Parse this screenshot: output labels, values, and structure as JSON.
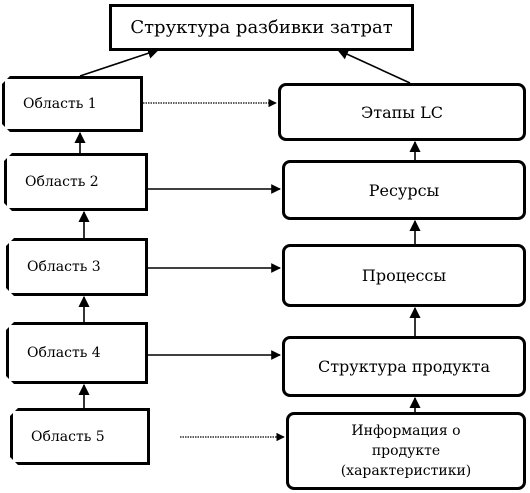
{
  "title": "Структура разбивки затрат",
  "areas": [
    "Область 1",
    "Область 2",
    "Область 3",
    "Область 4",
    "Область 5"
  ],
  "stages": [
    "Этапы LC",
    "Ресурсы",
    "Процессы",
    "Структура продукта",
    "Информация о продукте (характеристики)"
  ],
  "colors": {
    "stroke": "#000000",
    "background": "#ffffff"
  }
}
